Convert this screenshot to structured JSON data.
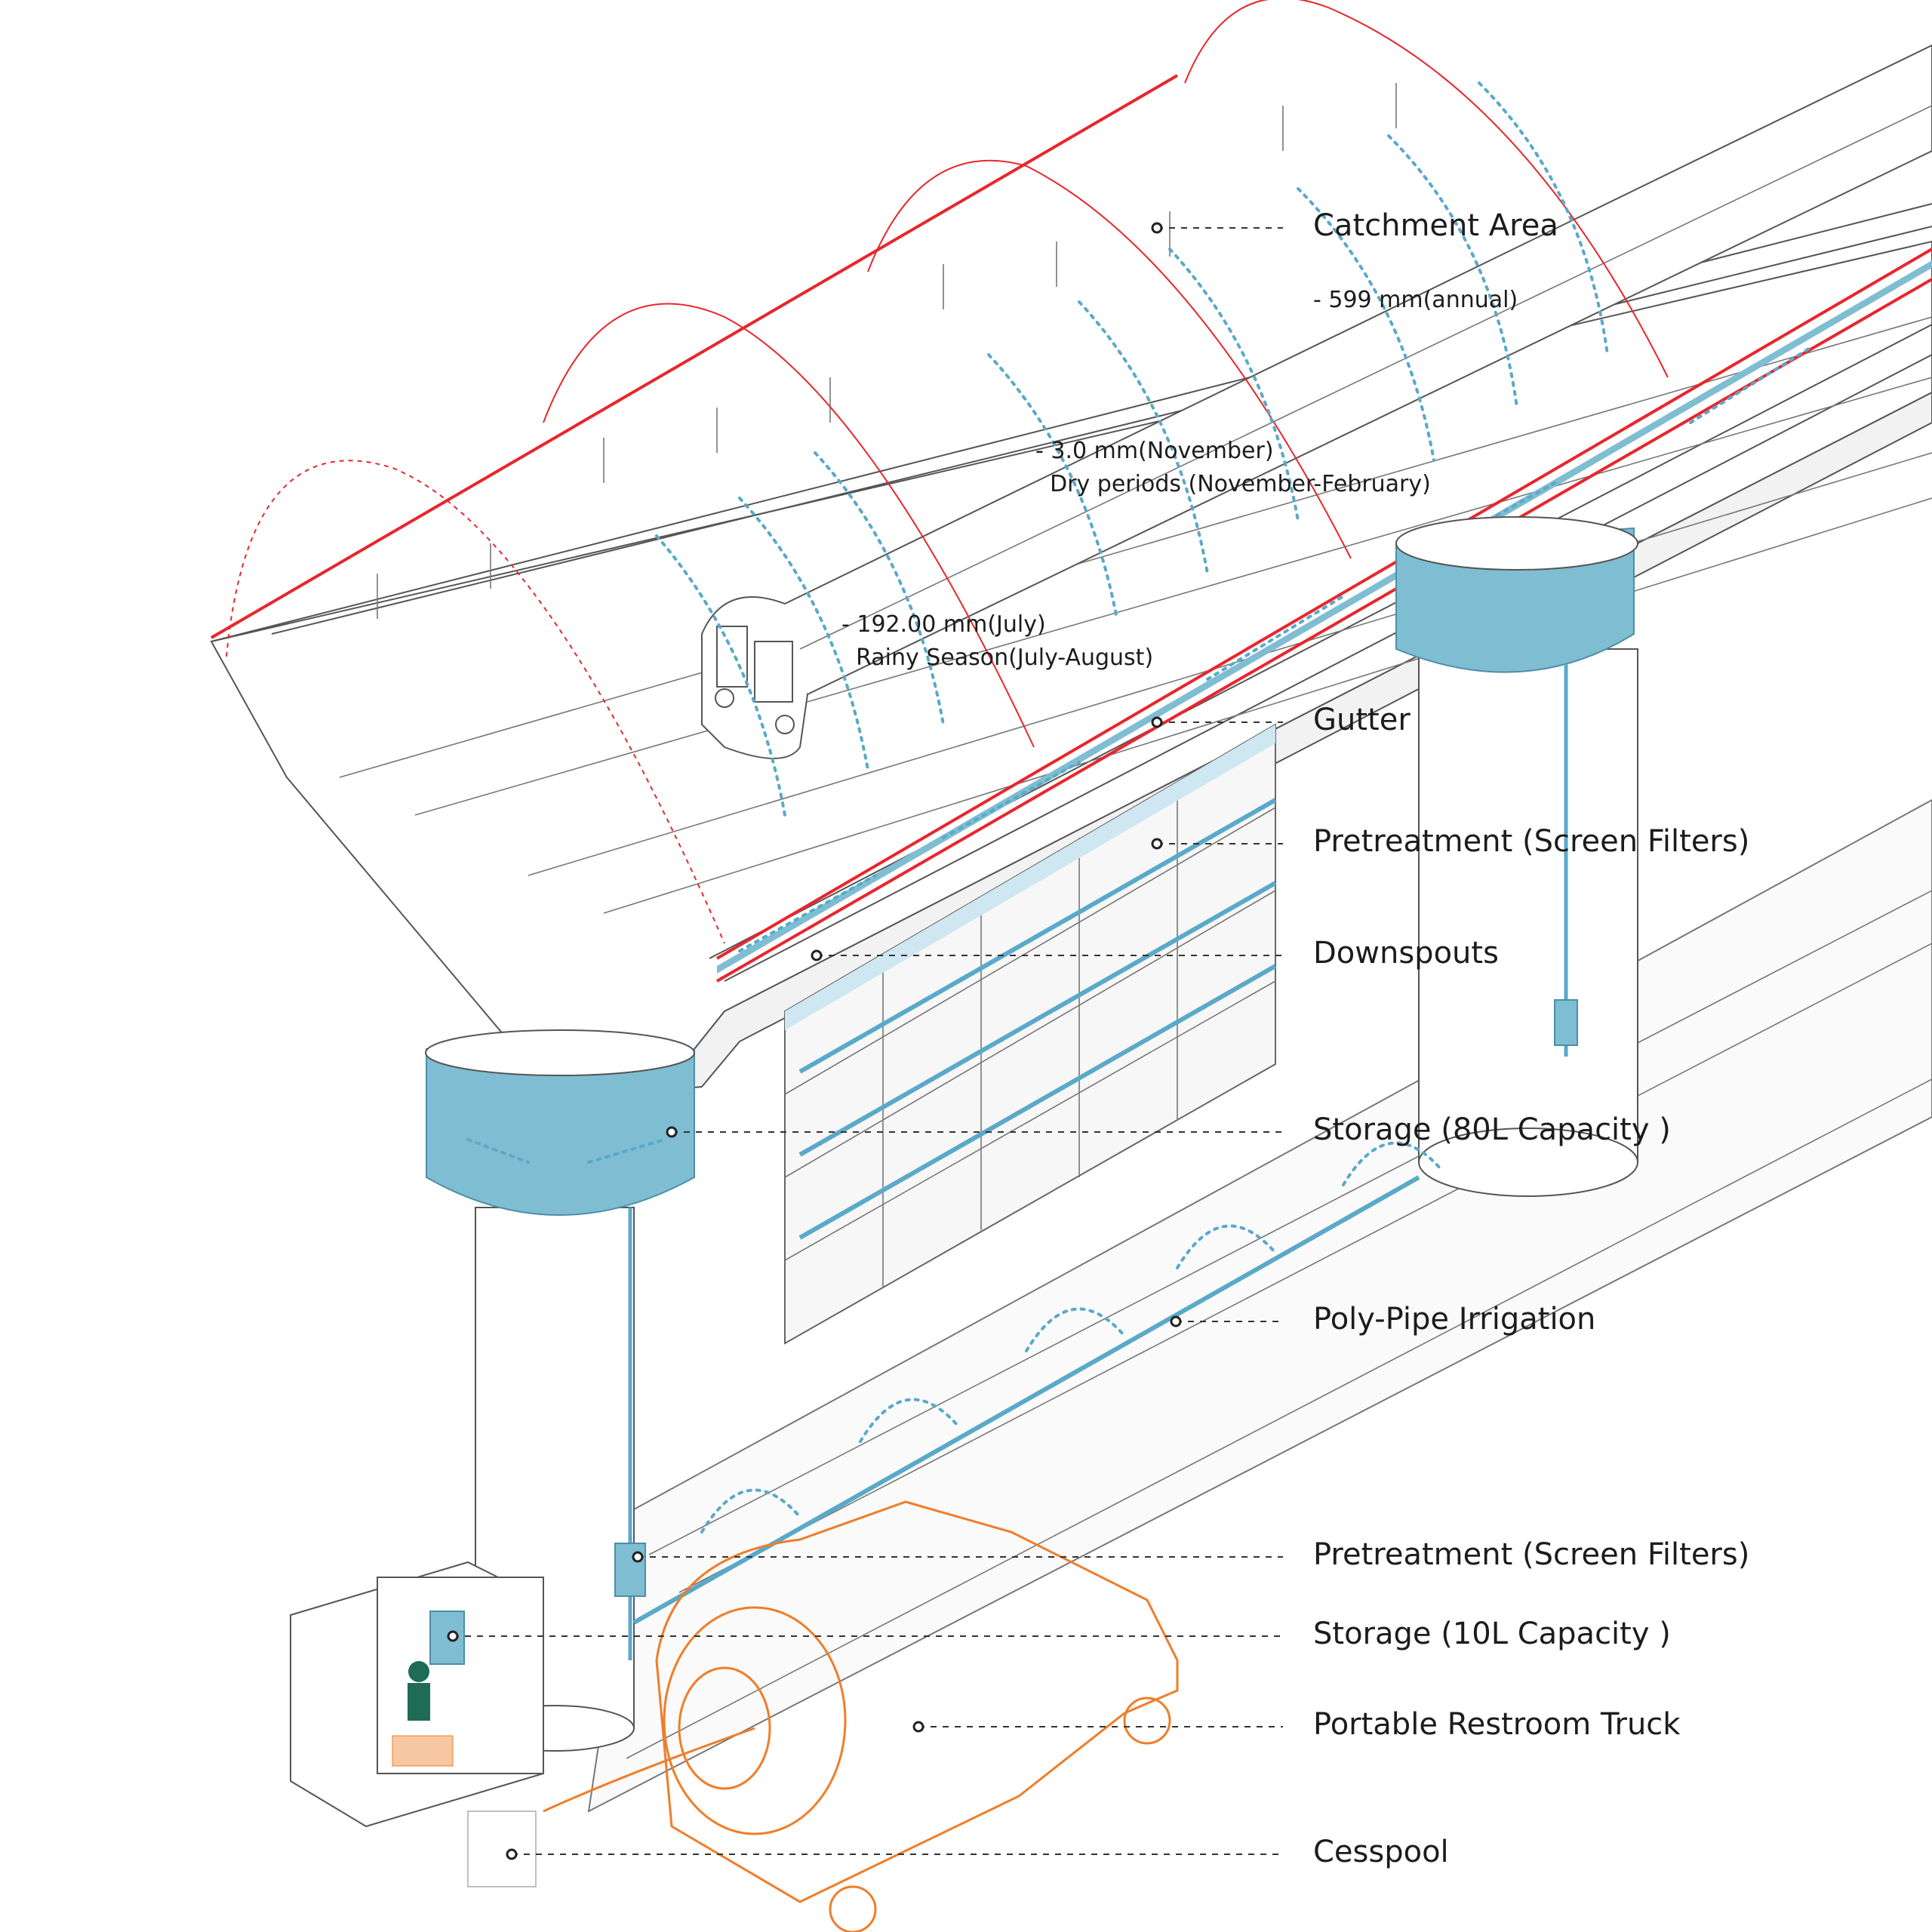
{
  "labels": {
    "catchment_area": "Catchment Area",
    "gutter": "Gutter",
    "pretreatment_upper": "Pretreatment (Screen Filters)",
    "downspouts": "Downspouts",
    "storage_80l": "Storage (80L Capacity )",
    "poly_pipe_irrigation": "Poly-Pipe Irrigation",
    "pretreatment_lower": "Pretreatment (Screen Filters)",
    "storage_10l": "Storage (10L Capacity )",
    "portable_restroom_truck": "Portable Restroom Truck",
    "cesspool": "Cesspool"
  },
  "rainfall_notes": {
    "annual": "- 599 mm(annual)",
    "november": "- 3.0 mm(November)\n  Dry periods (November-February)",
    "july": "- 192.00 mm(July)\n  Rainy Season(July-August)"
  },
  "colors": {
    "structure_line": "#555555",
    "water_blue": "#5aa9c9",
    "storage_fill": "#7fbdd2",
    "catchment_red": "#e8262d",
    "truck_orange": "#f07d28"
  }
}
